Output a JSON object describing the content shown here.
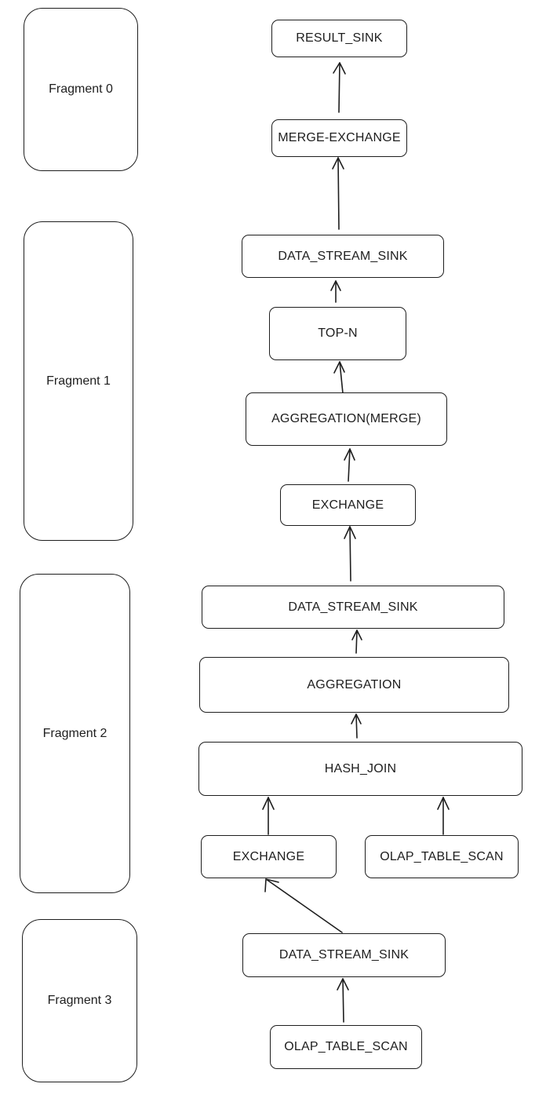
{
  "fragments": [
    {
      "id": "fragment-0",
      "label": "Fragment 0"
    },
    {
      "id": "fragment-1",
      "label": "Fragment 1"
    },
    {
      "id": "fragment-2",
      "label": "Fragment 2"
    },
    {
      "id": "fragment-3",
      "label": "Fragment 3"
    }
  ],
  "nodes": {
    "result_sink": "RESULT_SINK",
    "merge_exchange": "MERGE-EXCHANGE",
    "f1_data_stream_sink": "DATA_STREAM_SINK",
    "top_n": "TOP-N",
    "aggregation_merge": "AGGREGATION(MERGE)",
    "f1_exchange": "EXCHANGE",
    "f2_data_stream_sink": "DATA_STREAM_SINK",
    "aggregation": "AGGREGATION",
    "hash_join": "HASH_JOIN",
    "f2_exchange": "EXCHANGE",
    "f2_olap_table_scan": "OLAP_TABLE_SCAN",
    "f3_data_stream_sink": "DATA_STREAM_SINK",
    "f3_olap_table_scan": "OLAP_TABLE_SCAN"
  },
  "edges": [
    {
      "from": "merge_exchange",
      "to": "result_sink"
    },
    {
      "from": "f1_data_stream_sink",
      "to": "merge_exchange"
    },
    {
      "from": "top_n",
      "to": "f1_data_stream_sink"
    },
    {
      "from": "aggregation_merge",
      "to": "top_n"
    },
    {
      "from": "f1_exchange",
      "to": "aggregation_merge"
    },
    {
      "from": "f2_data_stream_sink",
      "to": "f1_exchange"
    },
    {
      "from": "aggregation",
      "to": "f2_data_stream_sink"
    },
    {
      "from": "hash_join",
      "to": "aggregation"
    },
    {
      "from": "f2_exchange",
      "to": "hash_join"
    },
    {
      "from": "f2_olap_table_scan",
      "to": "hash_join"
    },
    {
      "from": "f3_data_stream_sink",
      "to": "f2_exchange"
    },
    {
      "from": "f3_olap_table_scan",
      "to": "f3_data_stream_sink"
    }
  ]
}
